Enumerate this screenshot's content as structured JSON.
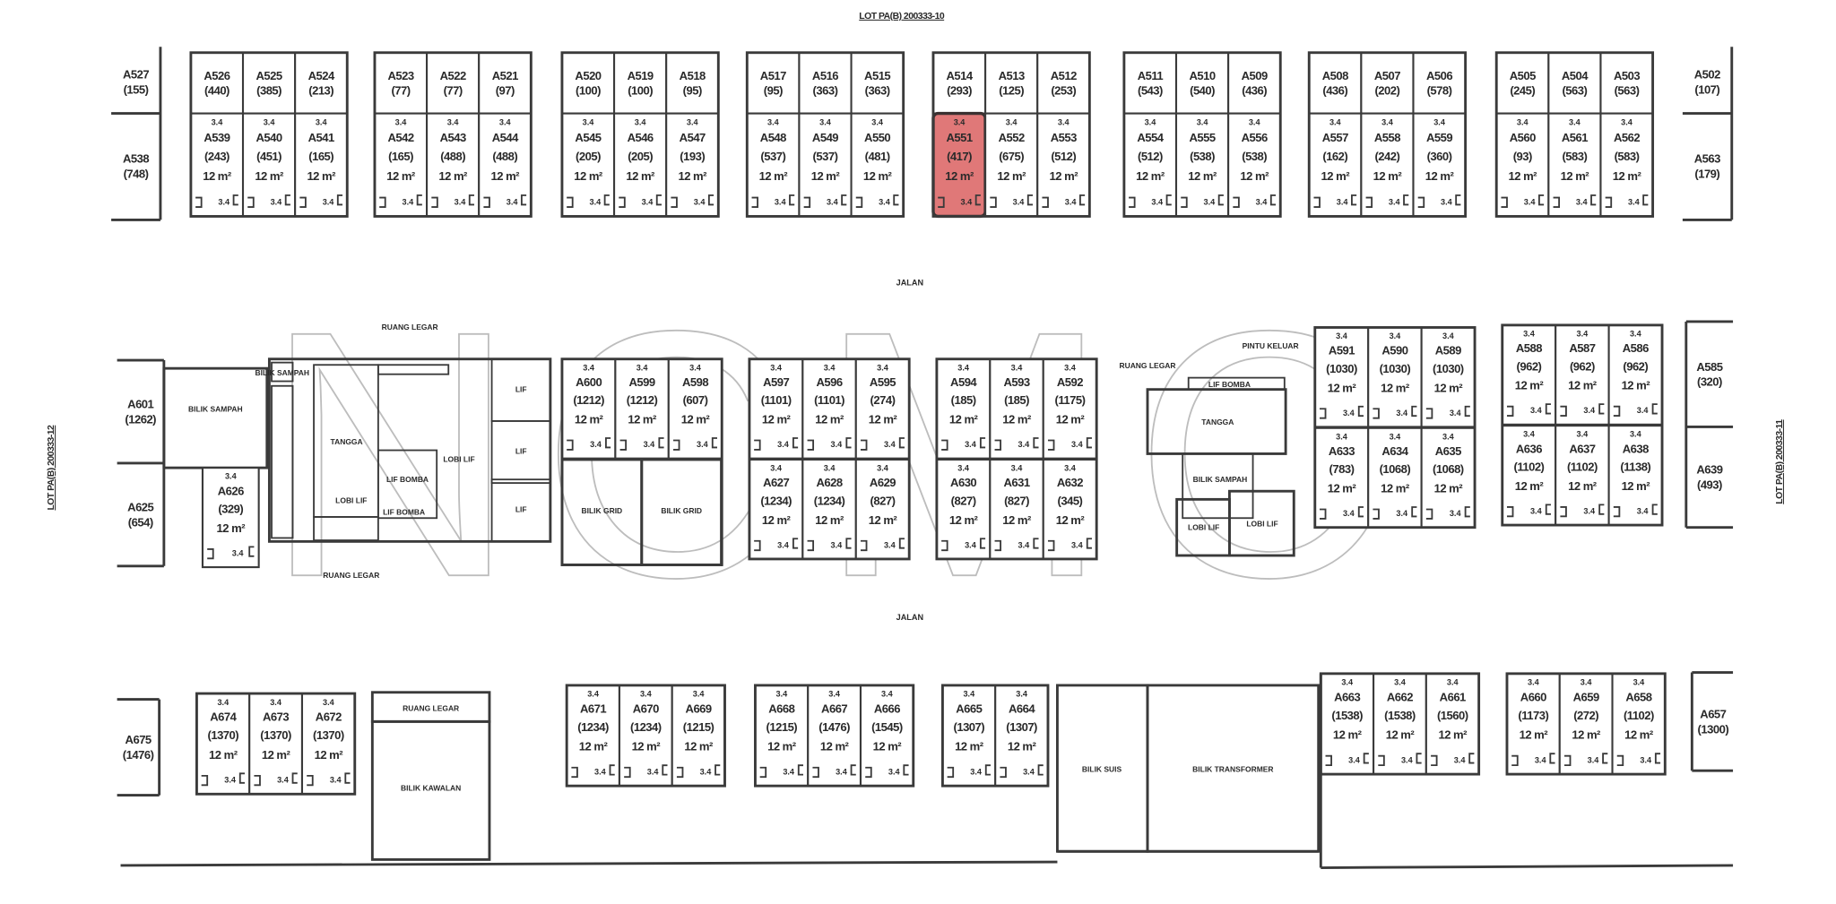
{
  "plan": {
    "lot_ref_top": "LOT PA(B) 200333-10",
    "lot_ref_left": "LOT PA(B) 200333-12",
    "lot_ref_right": "LOT PA(B) 200333-11",
    "road_upper": "JALAN",
    "road_lower": "JALAN",
    "setback": "3.4",
    "lot_size": "12 m²",
    "watermark": "NCMC",
    "highlight_color": "#e07878",
    "highlighted_lot": "A551"
  },
  "top_row": [
    {
      "top": [
        {
          "id": "A527",
          "area": "(155)"
        }
      ],
      "bottom": [
        {
          "id": "A538",
          "area": "(748)"
        }
      ],
      "plain": true
    },
    {
      "top": [
        {
          "id": "A526",
          "area": "(440)"
        },
        {
          "id": "A525",
          "area": "(385)"
        },
        {
          "id": "A524",
          "area": "(213)"
        }
      ],
      "bottom": [
        {
          "id": "A539",
          "area": "(243)"
        },
        {
          "id": "A540",
          "area": "(451)"
        },
        {
          "id": "A541",
          "area": "(165)"
        }
      ]
    },
    {
      "top": [
        {
          "id": "A523",
          "area": "(77)"
        },
        {
          "id": "A522",
          "area": "(77)"
        },
        {
          "id": "A521",
          "area": "(97)"
        }
      ],
      "bottom": [
        {
          "id": "A542",
          "area": "(165)"
        },
        {
          "id": "A543",
          "area": "(488)"
        },
        {
          "id": "A544",
          "area": "(488)"
        }
      ]
    },
    {
      "top": [
        {
          "id": "A520",
          "area": "(100)"
        },
        {
          "id": "A519",
          "area": "(100)"
        },
        {
          "id": "A518",
          "area": "(95)"
        }
      ],
      "bottom": [
        {
          "id": "A545",
          "area": "(205)"
        },
        {
          "id": "A546",
          "area": "(205)"
        },
        {
          "id": "A547",
          "area": "(193)"
        }
      ]
    },
    {
      "top": [
        {
          "id": "A517",
          "area": "(95)"
        },
        {
          "id": "A516",
          "area": "(363)"
        },
        {
          "id": "A515",
          "area": "(363)"
        }
      ],
      "bottom": [
        {
          "id": "A548",
          "area": "(537)"
        },
        {
          "id": "A549",
          "area": "(537)"
        },
        {
          "id": "A550",
          "area": "(481)"
        }
      ]
    },
    {
      "top": [
        {
          "id": "A514",
          "area": "(293)"
        },
        {
          "id": "A513",
          "area": "(125)"
        },
        {
          "id": "A512",
          "area": "(253)"
        }
      ],
      "bottom": [
        {
          "id": "A551",
          "area": "(417)"
        },
        {
          "id": "A552",
          "area": "(675)"
        },
        {
          "id": "A553",
          "area": "(512)"
        }
      ]
    },
    {
      "top": [
        {
          "id": "A511",
          "area": "(543)"
        },
        {
          "id": "A510",
          "area": "(540)"
        },
        {
          "id": "A509",
          "area": "(436)"
        }
      ],
      "bottom": [
        {
          "id": "A554",
          "area": "(512)"
        },
        {
          "id": "A555",
          "area": "(538)"
        },
        {
          "id": "A556",
          "area": "(538)"
        }
      ]
    },
    {
      "top": [
        {
          "id": "A508",
          "area": "(436)"
        },
        {
          "id": "A507",
          "area": "(202)"
        },
        {
          "id": "A506",
          "area": "(578)"
        }
      ],
      "bottom": [
        {
          "id": "A557",
          "area": "(162)"
        },
        {
          "id": "A558",
          "area": "(242)"
        },
        {
          "id": "A559",
          "area": "(360)"
        }
      ]
    },
    {
      "top": [
        {
          "id": "A505",
          "area": "(245)"
        },
        {
          "id": "A504",
          "area": "(563)"
        },
        {
          "id": "A503",
          "area": "(563)"
        }
      ],
      "bottom": [
        {
          "id": "A560",
          "area": "(93)"
        },
        {
          "id": "A561",
          "area": "(583)"
        },
        {
          "id": "A562",
          "area": "(583)"
        }
      ]
    },
    {
      "top": [
        {
          "id": "A502",
          "area": "(107)"
        }
      ],
      "bottom": [
        {
          "id": "A563",
          "area": "(179)"
        }
      ],
      "plain": true
    }
  ],
  "middle_row": {
    "left_lots": [
      {
        "id": "A601",
        "area": "(1262)"
      },
      {
        "id": "A625",
        "area": "(654)"
      }
    ],
    "lot_a626": {
      "id": "A626",
      "area": "(329)"
    },
    "blocks": [
      {
        "top": [
          {
            "id": "A600",
            "area": "(1212)"
          },
          {
            "id": "A599",
            "area": "(1212)"
          },
          {
            "id": "A598",
            "area": "(607)"
          }
        ],
        "bottom": []
      },
      {
        "top": [
          {
            "id": "A597",
            "area": "(1101)"
          },
          {
            "id": "A596",
            "area": "(1101)"
          },
          {
            "id": "A595",
            "area": "(274)"
          }
        ],
        "bottom": [
          {
            "id": "A627",
            "area": "(1234)"
          },
          {
            "id": "A628",
            "area": "(1234)"
          },
          {
            "id": "A629",
            "area": "(827)"
          }
        ]
      },
      {
        "top": [
          {
            "id": "A594",
            "area": "(185)"
          },
          {
            "id": "A593",
            "area": "(185)"
          },
          {
            "id": "A592",
            "area": "(1175)"
          }
        ],
        "bottom": [
          {
            "id": "A630",
            "area": "(827)"
          },
          {
            "id": "A631",
            "area": "(827)"
          },
          {
            "id": "A632",
            "area": "(345)"
          }
        ]
      },
      {
        "top": [
          {
            "id": "A591",
            "area": "(1030)"
          },
          {
            "id": "A590",
            "area": "(1030)"
          },
          {
            "id": "A589",
            "area": "(1030)"
          }
        ],
        "bottom": [
          {
            "id": "A633",
            "area": "(783)"
          },
          {
            "id": "A634",
            "area": "(1068)"
          },
          {
            "id": "A635",
            "area": "(1068)"
          }
        ]
      },
      {
        "top": [
          {
            "id": "A588",
            "area": "(962)"
          },
          {
            "id": "A587",
            "area": "(962)"
          },
          {
            "id": "A586",
            "area": "(962)"
          }
        ],
        "bottom": [
          {
            "id": "A636",
            "area": "(1102)"
          },
          {
            "id": "A637",
            "area": "(1102)"
          },
          {
            "id": "A638",
            "area": "(1138)"
          }
        ]
      }
    ],
    "right_lots": [
      {
        "id": "A585",
        "area": "(320)"
      },
      {
        "id": "A639",
        "area": "(493)"
      }
    ],
    "rooms": {
      "bilik_sampah": "BILIK SAMPAH",
      "bilik_sampah_small": "BILIK SAMPAH",
      "tangga": "TANGGA",
      "lobi_lif": "LOBI LIF",
      "lobi_lif_2": "LOBI LIF",
      "lif_bomba": "LIF BOMBA",
      "lif_bomba_2": "LIF BOMBA",
      "lif": "LIF",
      "ruang_legar_top": "RUANG LEGAR",
      "ruang_legar_bottom": "RUANG LEGAR",
      "bilik_grid": "BILIK GRID",
      "tangga_right": "TANGGA",
      "sampah_right": "BILIK SAMPAH",
      "lobi_lif_right": "LOBI LIF",
      "lif_bomba_right": "LIF BOMBA",
      "ruang_legar_right": "RUANG LEGAR",
      "pintu_right": "PINTU KELUAR"
    }
  },
  "bottom_row": {
    "left_lot": {
      "id": "A675",
      "area": "(1476)"
    },
    "blocks": [
      [
        {
          "id": "A674",
          "area": "(1370)"
        },
        {
          "id": "A673",
          "area": "(1370)"
        },
        {
          "id": "A672",
          "area": "(1370)"
        }
      ],
      [
        {
          "id": "A671",
          "area": "(1234)"
        },
        {
          "id": "A670",
          "area": "(1234)"
        },
        {
          "id": "A669",
          "area": "(1215)"
        }
      ],
      [
        {
          "id": "A668",
          "area": "(1215)"
        },
        {
          "id": "A667",
          "area": "(1476)"
        },
        {
          "id": "A666",
          "area": "(1545)"
        }
      ],
      [
        {
          "id": "A665",
          "area": "(1307)"
        },
        {
          "id": "A664",
          "area": "(1307)"
        }
      ],
      [
        {
          "id": "A663",
          "area": "(1538)"
        },
        {
          "id": "A662",
          "area": "(1538)"
        },
        {
          "id": "A661",
          "area": "(1560)"
        }
      ],
      [
        {
          "id": "A660",
          "area": "(1173)"
        },
        {
          "id": "A659",
          "area": "(272)"
        },
        {
          "id": "A658",
          "area": "(1102)"
        }
      ]
    ],
    "right_lot": {
      "id": "A657",
      "area": "(1300)"
    },
    "rooms": {
      "ruang_legar": "RUANG LEGAR",
      "bilik_kawalan": "BILIK KAWALAN",
      "bilik_suis": "BILIK SUIS",
      "bilik_transformer": "BILIK TRANSFORMER"
    }
  }
}
